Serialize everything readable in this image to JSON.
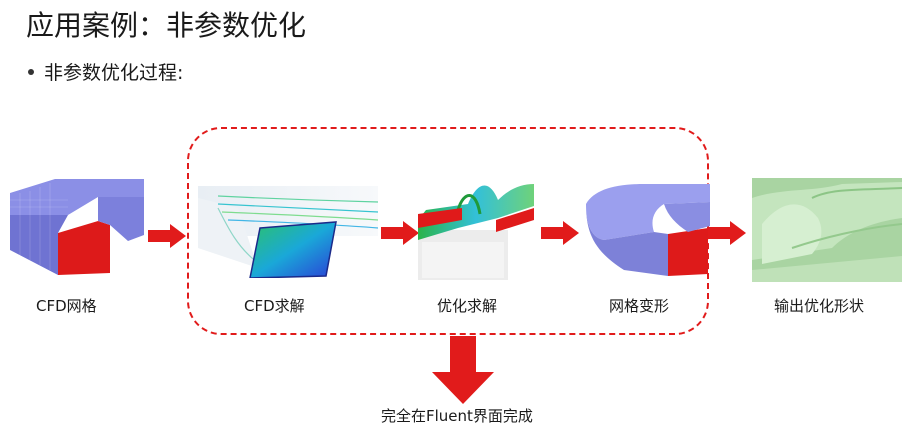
{
  "title": "应用案例：非参数优化",
  "bullet": "非参数优化过程:",
  "stages": [
    {
      "id": "cfd-mesh",
      "label": "CFD网格"
    },
    {
      "id": "cfd-solve",
      "label": "CFD求解"
    },
    {
      "id": "opt-solve",
      "label": "优化求解"
    },
    {
      "id": "mesh-morph",
      "label": "网格变形"
    },
    {
      "id": "output-shape",
      "label": "输出优化形状"
    }
  ],
  "footer": "完全在Fluent界面完成",
  "colors": {
    "accent_red": "#e11b1b",
    "mesh_blue": "#7c7fd8",
    "outlet_red": "#e01a1a",
    "result_green": "#b9dcb4"
  }
}
